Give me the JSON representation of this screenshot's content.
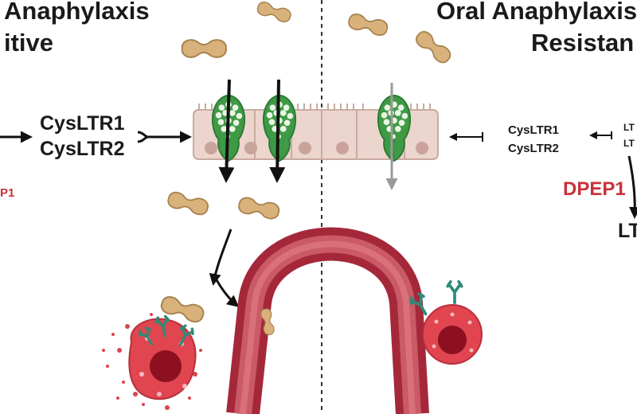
{
  "left_panel": {
    "title_line1": "Anaphylaxis",
    "title_line2": "itive",
    "receptor_1": "CysLTR1",
    "receptor_2": "CysLTR2",
    "dpep1_fragment": "P1"
  },
  "right_panel": {
    "title_line1": "Oral Anaphylaxis",
    "title_line2": "Resistan",
    "receptor_1": "CysLTR1",
    "receptor_2": "CysLTR2",
    "lt_fragment_1": "LT",
    "lt_fragment_2": "LT",
    "enzyme": "DPEP1",
    "product_fragment": "LT"
  },
  "colors": {
    "accent_red": "#c8323a",
    "peanut": "#d8b27a",
    "epithelium": "#ecd5cc",
    "goblet_green": "#4caf50",
    "vessel": "#a5283a",
    "mast_cell": "#e04550"
  }
}
